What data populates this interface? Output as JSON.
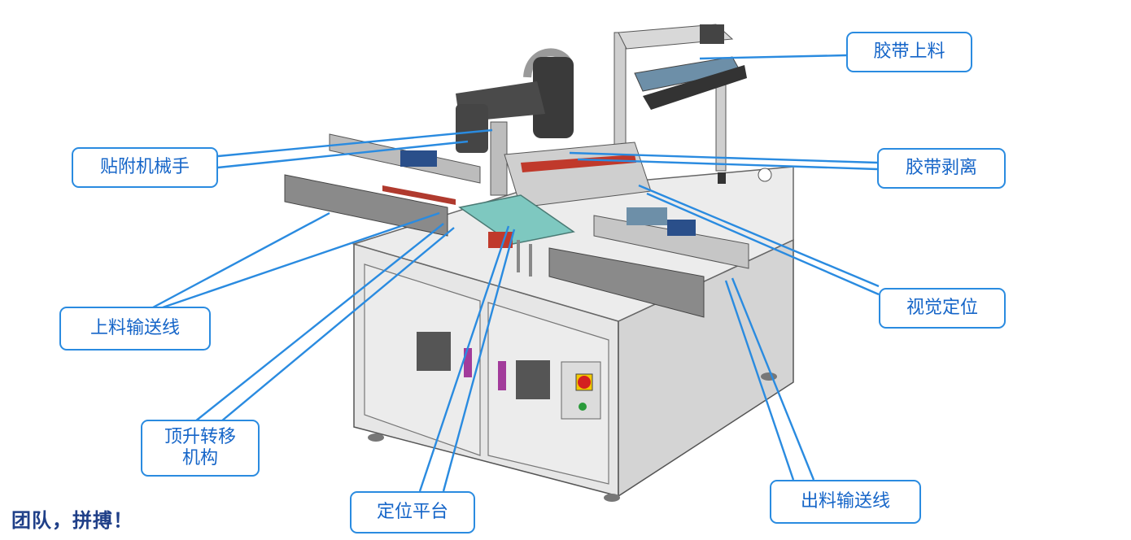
{
  "labels": {
    "tape_feeding": "胶带上料",
    "attach_robot": "贴附机械手",
    "tape_peeling": "胶带剥离",
    "vision_positioning": "视觉定位",
    "infeed_conveyor": "上料输送线",
    "lift_transfer_line1": "顶升转移",
    "lift_transfer_line2": "机构",
    "positioning_platform": "定位平台",
    "outfeed_conveyor": "出料输送线"
  },
  "slogan": "团队，拼搏！",
  "colors": {
    "callout_border": "#2a8be0",
    "callout_text": "#1565c8",
    "leader_line": "#2a8be0",
    "slogan": "#1f3f88",
    "platform": "#7ec8c0",
    "estop": "#d42020"
  }
}
